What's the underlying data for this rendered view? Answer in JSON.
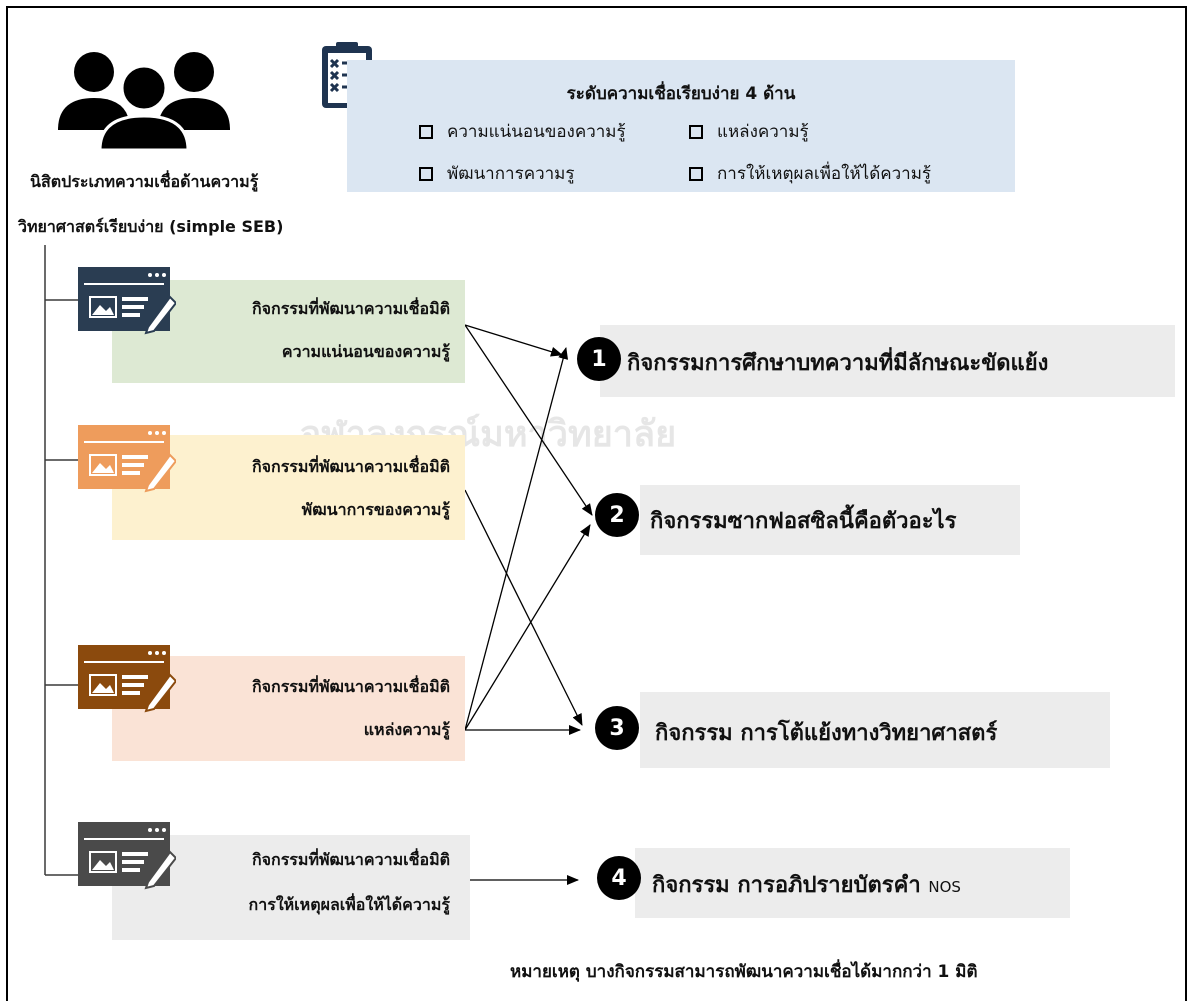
{
  "legend": {
    "title": "ระดับความเชื่อเรียบง่าย 4 ด้าน",
    "items": [
      "ความแน่นอนของความรู้",
      "แหล่งความรู้",
      "พัฒนาการความรู",
      "การให้เหตุผลเพื่อให้ได้ความรู้"
    ]
  },
  "student": {
    "line1": "นิสิตประเภทความเชื่อด้านความรู้",
    "line2": "วิทยาศาสตร์เรียบง่าย (simple SEB)"
  },
  "activities": [
    {
      "line1": "กิจกรรมที่พัฒนาความเชื่อมิติ",
      "line2": "ความแน่นอนของความรู้",
      "color": "#dde9d3",
      "icon_color": "#2a3d52"
    },
    {
      "line1": "กิจกรรมที่พัฒนาความเชื่อมิติ",
      "line2": "พัฒนาการของความรู้",
      "color": "#fdf1cf",
      "icon_color": "#ee9c5c"
    },
    {
      "line1": "กิจกรรมที่พัฒนาความเชื่อมิติ",
      "line2": "แหล่งความรู้",
      "color": "#fae3d6",
      "icon_color": "#8b4a0d"
    },
    {
      "line1": "กิจกรรมที่พัฒนาความเชื่อมิติ",
      "line2": "การให้เหตุผลเพื่อให้ได้ความรู้",
      "color": "#ececec",
      "icon_color": "#4a4a4a"
    }
  ],
  "results": [
    {
      "num": "1",
      "text": "กิจกรรมการศึกษาบทความที่มีลักษณะขัดแย้ง"
    },
    {
      "num": "2",
      "text": "กิจกรรมซากฟอสซิลนี้คือตัวอะไร"
    },
    {
      "num": "3",
      "text": "กิจกรรม การโต้แย้งทางวิทยาศาสตร์"
    },
    {
      "num": "4",
      "text": "กิจกรรม การอภิปรายบัตรคำ",
      "suffix": "NOS"
    }
  ],
  "note": "หมายเหตุ บางกิจกรรมสามารถพัฒนาความเชื่อได้มากกว่า 1 มิติ",
  "watermark": "จุฬาลงกรณ์มหาวิทยาลัย"
}
